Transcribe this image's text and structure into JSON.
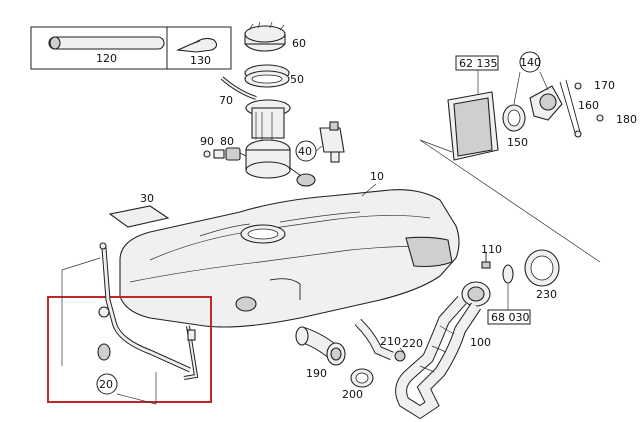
{
  "labels": {
    "p10": "10",
    "p20": "20",
    "p30": "30",
    "p40": "40",
    "p50": "50",
    "p60": "60",
    "p70": "70",
    "p80": "80",
    "p90": "90",
    "p100": "100",
    "p110": "110",
    "p120": "120",
    "p130": "130",
    "p140": "140",
    "p150": "150",
    "p160": "160",
    "p170": "170",
    "p180": "180",
    "p190": "190",
    "p200": "200",
    "p210": "210",
    "p220": "220",
    "p230": "230",
    "p62135": "62 135",
    "p68030": "68 030"
  },
  "colors": {
    "highlight": "#c0282d",
    "ink": "#222222"
  },
  "icons": [
    "fuel-tank",
    "fuel-pump",
    "fuel-sender",
    "filler-neck",
    "hose",
    "clamp",
    "strap",
    "seal-ring",
    "cap"
  ]
}
